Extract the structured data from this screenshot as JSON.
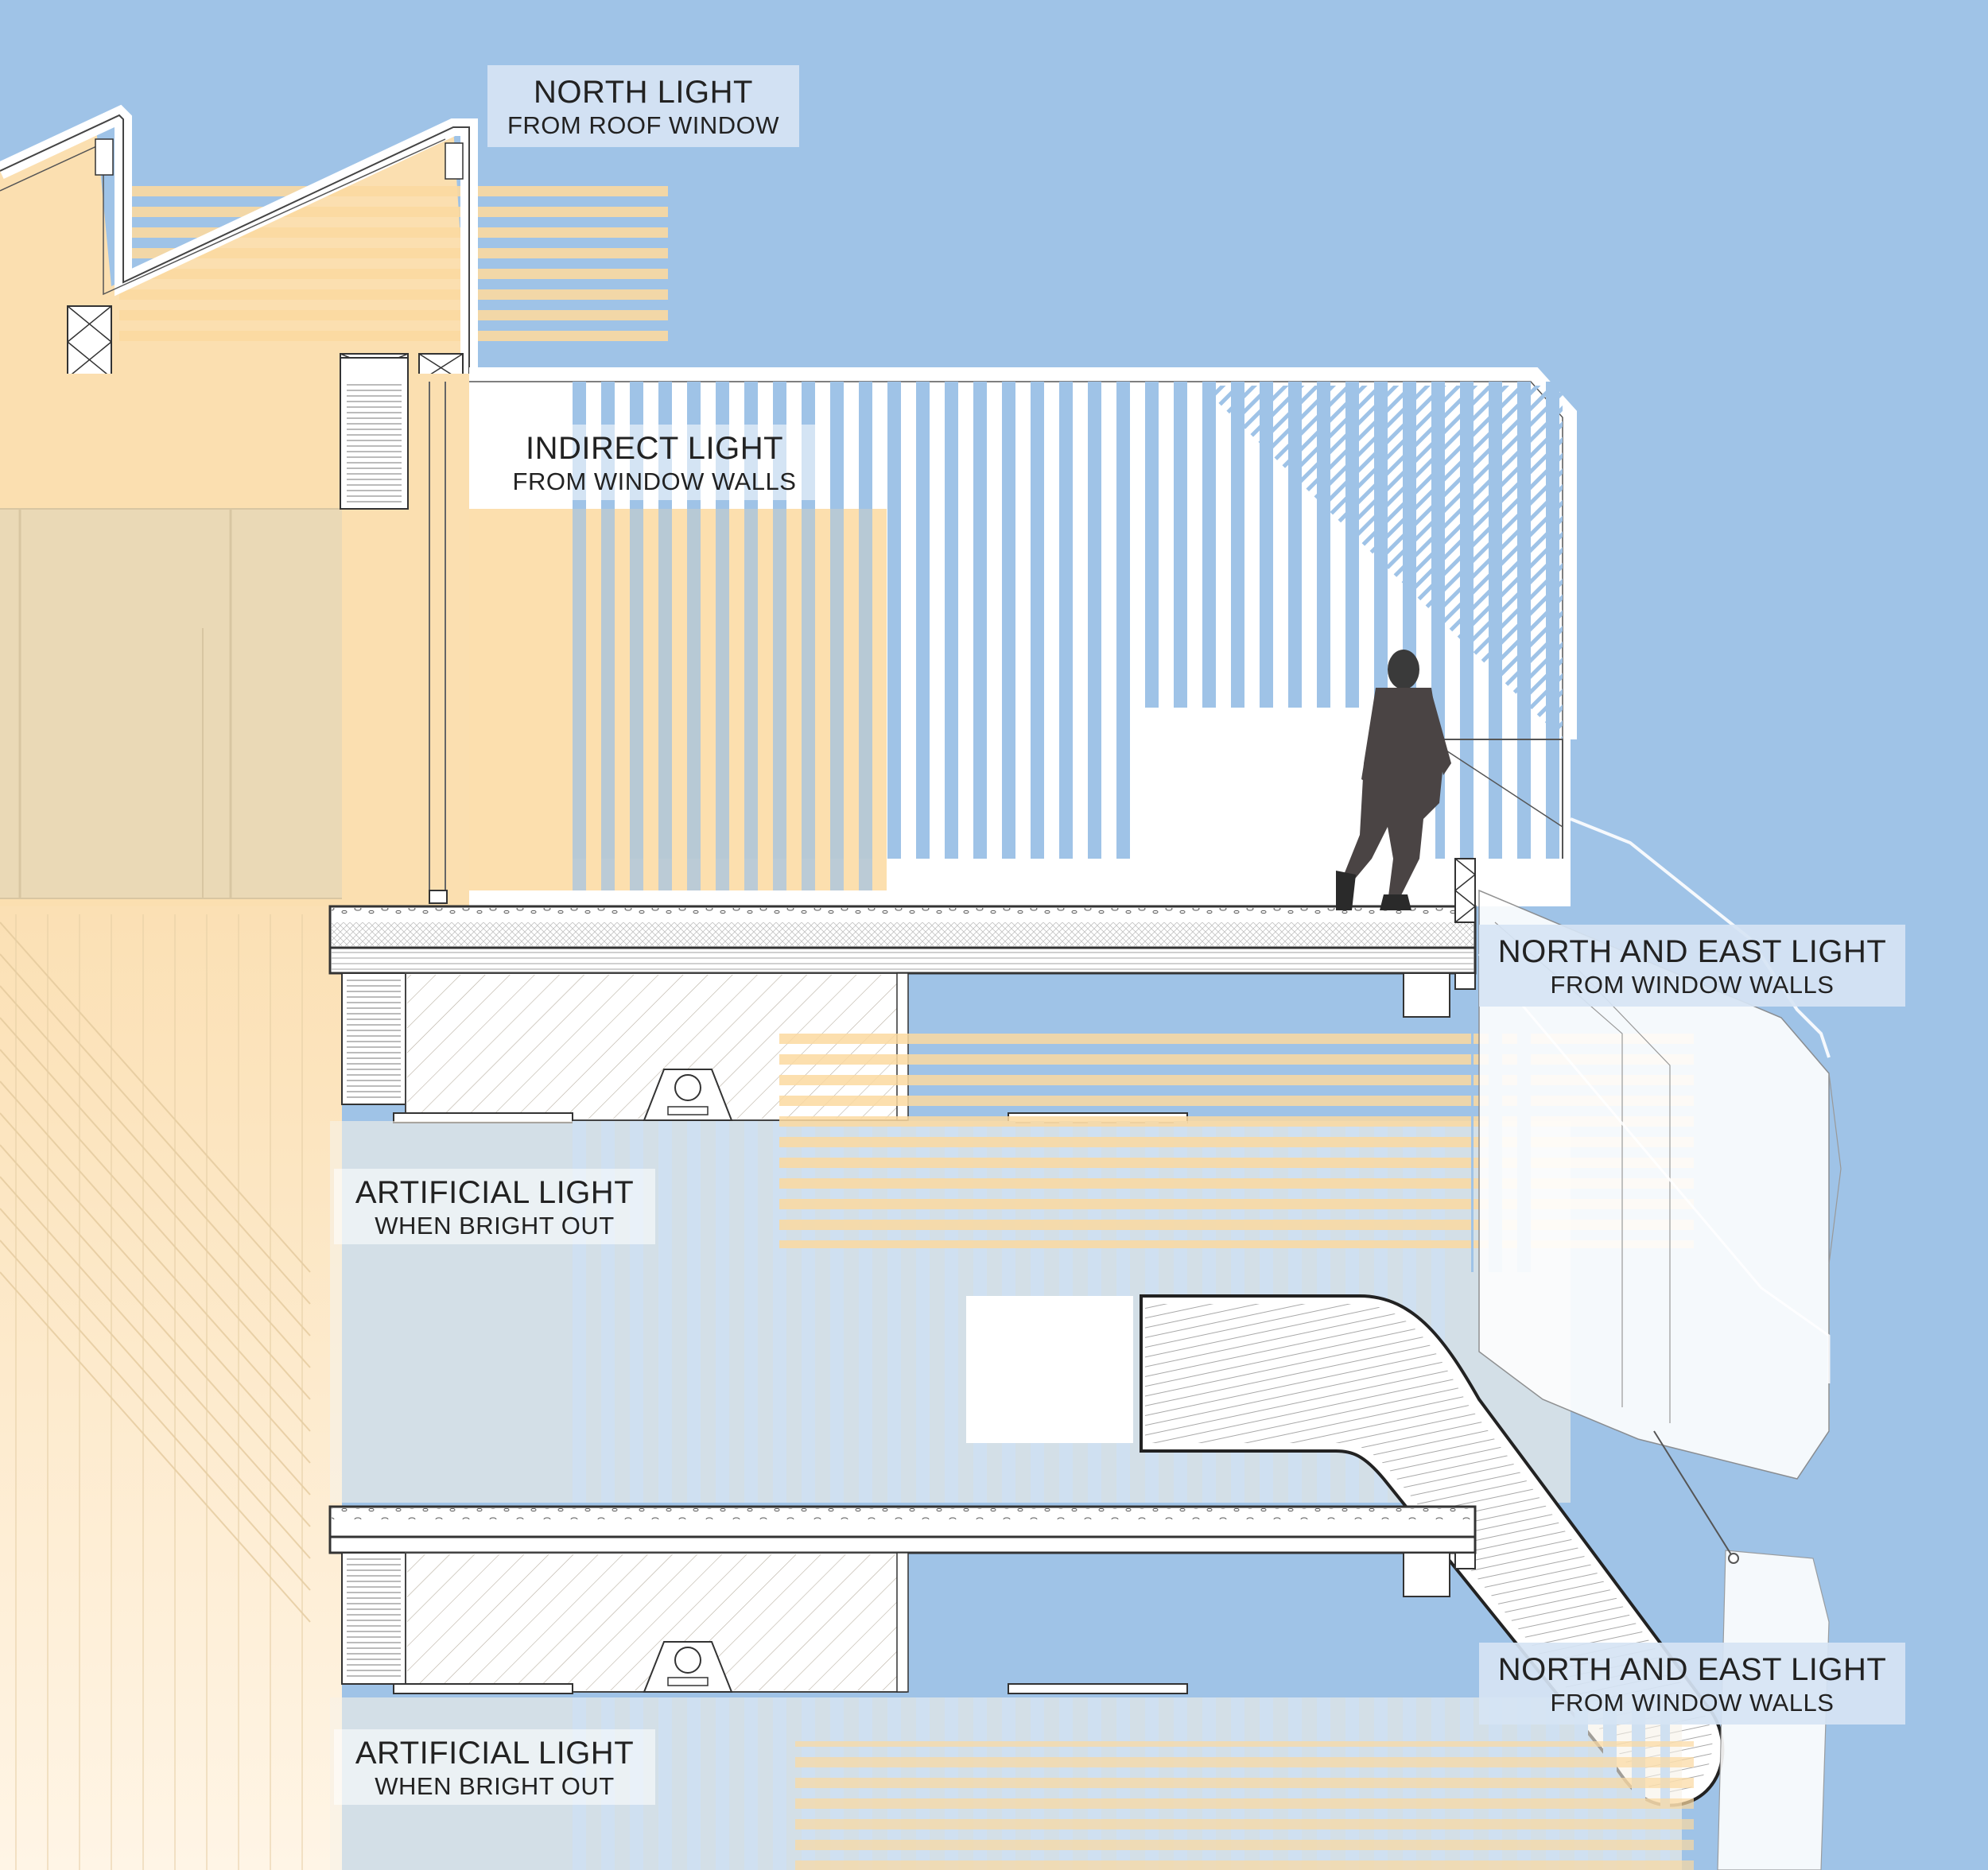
{
  "colors": {
    "sky": "#9fc3e7",
    "warm_light": "#fbd9a0",
    "cool_light": "#9fc3e7",
    "structure_line": "#333333",
    "label_box": "#d6e4f4"
  },
  "labels": {
    "north_light": {
      "title": "NORTH LIGHT",
      "subtitle": "FROM ROOF WINDOW"
    },
    "indirect_light": {
      "title": "INDIRECT LIGHT",
      "subtitle": "FROM WINDOW WALLS"
    },
    "north_east_light_upper": {
      "title": "NORTH AND EAST LIGHT",
      "subtitle": "FROM WINDOW WALLS"
    },
    "artificial_light_upper": {
      "title": "ARTIFICIAL LIGHT",
      "subtitle": "WHEN BRIGHT OUT"
    },
    "north_east_light_lower": {
      "title": "NORTH AND EAST LIGHT",
      "subtitle": "FROM WINDOW WALLS"
    },
    "artificial_light_lower": {
      "title": "ARTIFICIAL LIGHT",
      "subtitle": "WHEN BRIGHT OUT"
    }
  },
  "icons": [
    "person-figure-icon",
    "duct-fixture-icon",
    "light-fixture-icon"
  ]
}
